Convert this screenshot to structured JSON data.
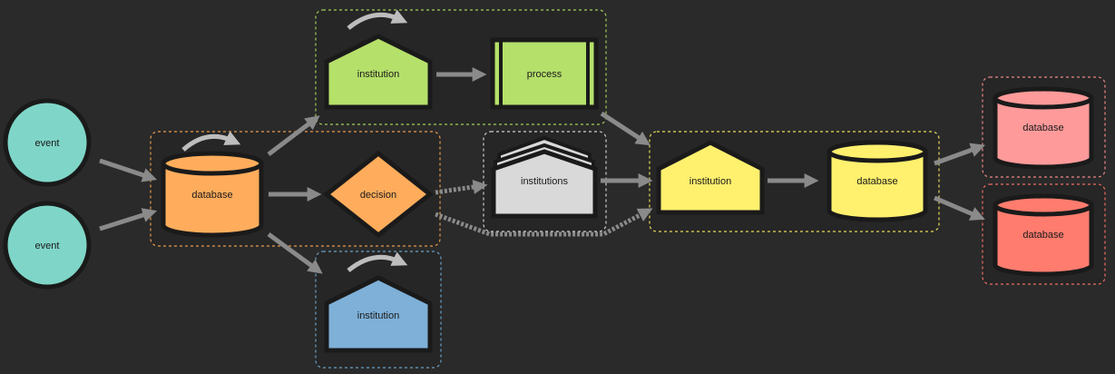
{
  "colors": {
    "background": "#2a2a2a",
    "event": "#7fd6c8",
    "orange": "#ffad5c",
    "green": "#b5e06a",
    "blue": "#7eb0d8",
    "gray": "#d9d9d9",
    "yellow": "#fff06e",
    "pink": "#ff9a9a",
    "salmon": "#ff7c6e",
    "arrow": "#8a8a8a"
  },
  "nodes": {
    "event_1": "event",
    "event_2": "event",
    "database_orange": "database",
    "decision": "decision",
    "institution_green": "institution",
    "process": "process",
    "institution_blue": "institution",
    "institutions_gray": "institutions",
    "institution_yellow": "institution",
    "database_yellow": "database",
    "database_pink": "database",
    "database_salmon": "database"
  }
}
